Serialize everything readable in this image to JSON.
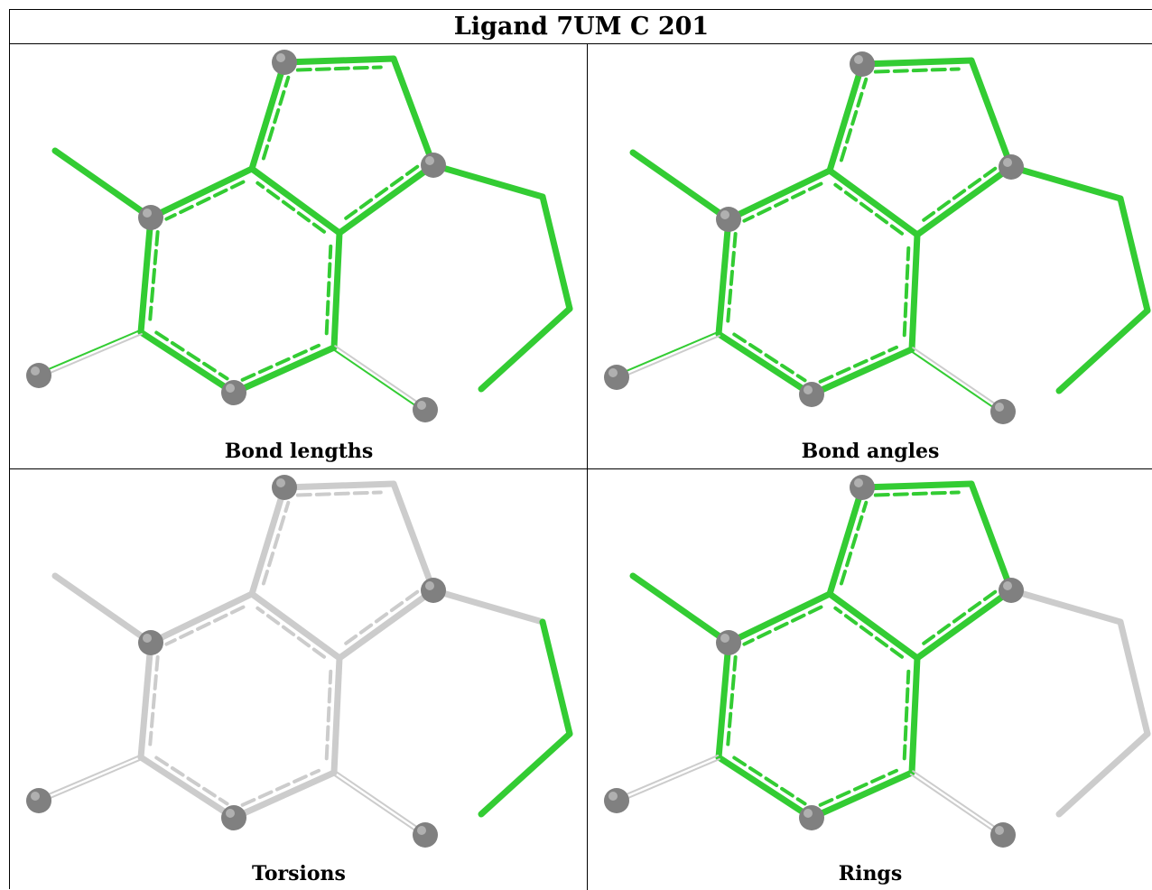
{
  "title": "Ligand 7UM C 201",
  "panels": [
    {
      "caption": "Bond lengths",
      "green_bonds": [
        "b1",
        "b2",
        "b3",
        "b4",
        "b5",
        "b6",
        "b7",
        "b8",
        "b9",
        "b10",
        "b11",
        "b12",
        "b13",
        "b14",
        "b15",
        "b16",
        "b17"
      ]
    },
    {
      "caption": "Bond angles",
      "green_bonds": [
        "b1",
        "b2",
        "b3",
        "b4",
        "b5",
        "b6",
        "b7",
        "b8",
        "b9",
        "b10",
        "b11",
        "b12",
        "b13",
        "b14",
        "b15",
        "b16",
        "b17"
      ]
    },
    {
      "caption": "Torsions",
      "green_bonds": [
        "b15",
        "b16"
      ]
    },
    {
      "caption": "Rings",
      "green_bonds": [
        "b1",
        "b2",
        "b3",
        "b4",
        "b5",
        "b6",
        "b7",
        "b8",
        "b9",
        "b10",
        "b11",
        "b12"
      ]
    }
  ],
  "colors": {
    "active": "#33cc33",
    "inactive": "#cccccc",
    "atom": "#808080",
    "border": "#000000"
  }
}
